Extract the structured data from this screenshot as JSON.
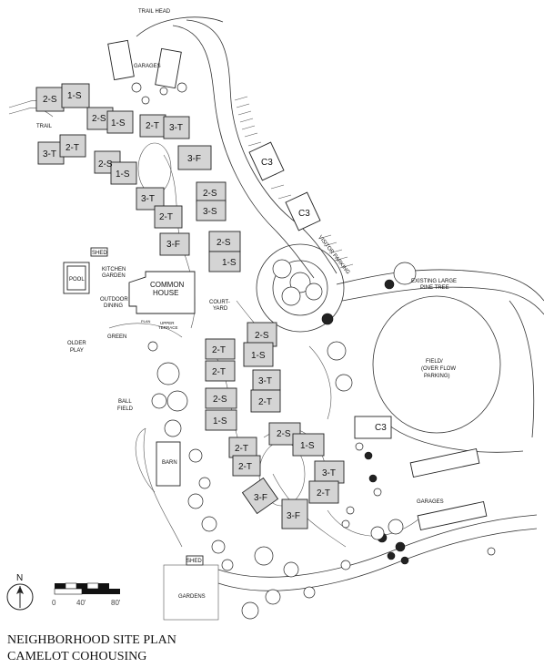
{
  "title": {
    "line1": "NEIGHBORHOOD SITE PLAN",
    "line2": "CAMELOT COHOUSING"
  },
  "north": "N",
  "scale": {
    "labels": [
      "0",
      "40'",
      "80'"
    ]
  },
  "labels": {
    "trail_head": "TRAIL HEAD",
    "garages_top": "GARAGES",
    "trail": "TRAIL",
    "shed_top": "SHED",
    "pool": "POOL",
    "kitchen_garden_1": "KITCHEN",
    "kitchen_garden_2": "GARDEN",
    "outdoor_dining_1": "OUTDOOR",
    "outdoor_dining_2": "DINING",
    "common_house_1": "COMMON",
    "common_house_2": "HOUSE",
    "courtyard_1": "COURT-",
    "courtyard_2": "YARD",
    "plan": "PLAN",
    "upper_terrace_1": "UPPER",
    "upper_terrace_2": "TERRACE",
    "older_play_1": "OLDER",
    "older_play_2": "PLAY",
    "green": "GREEN",
    "ball_field_1": "BALL",
    "ball_field_2": "FIELD",
    "visitor_parking": "VISITOR PARKING",
    "pine_1": "EXISTING LARGE",
    "pine_2": "PINE TREE",
    "field_1": "FIELD/",
    "field_2": "(OVER FLOW",
    "field_3": "PARKING)",
    "barn": "BARN",
    "garages_bottom": "GARAGES",
    "shed_bottom": "SHED",
    "gardens": "GARDENS"
  },
  "units": {
    "u_2s_a": "2-S",
    "u_1s_a": "1-S",
    "u_2s_b": "2-S",
    "u_1s_b": "1-S",
    "u_2t_a": "2-T",
    "u_3t_a": "3-T",
    "u_3t_b": "3-T",
    "u_2t_b": "2-T",
    "u_2s_c": "2-S",
    "u_1s_c": "1-S",
    "u_3f_a": "3-F",
    "u_c3_a": "C3",
    "u_2s_d": "2-S",
    "u_3s_d": "3-S",
    "u_3t_c": "3-T",
    "u_2t_c": "2-T",
    "u_c3_b": "C3",
    "u_3f_b": "3-F",
    "u_2s_e": "2-S",
    "u_1s_e": "1-S",
    "u_2s_f": "2-S",
    "u_1s_f": "1-S",
    "u_2t_d": "2-T",
    "u_2t_e": "2-T",
    "u_3t_f": "3-T",
    "u_2t_f": "2-T",
    "u_2s_g": "2-S",
    "u_1s_g": "1-S",
    "u_c3_c": "C3",
    "u_2s_h": "2-S",
    "u_1s_h": "1-S",
    "u_2t_g": "2-T",
    "u_2t_h": "2-T",
    "u_3t_i": "3-T",
    "u_2t_i": "2-T",
    "u_3f_c": "3-F",
    "u_3f_d": "3-F"
  }
}
